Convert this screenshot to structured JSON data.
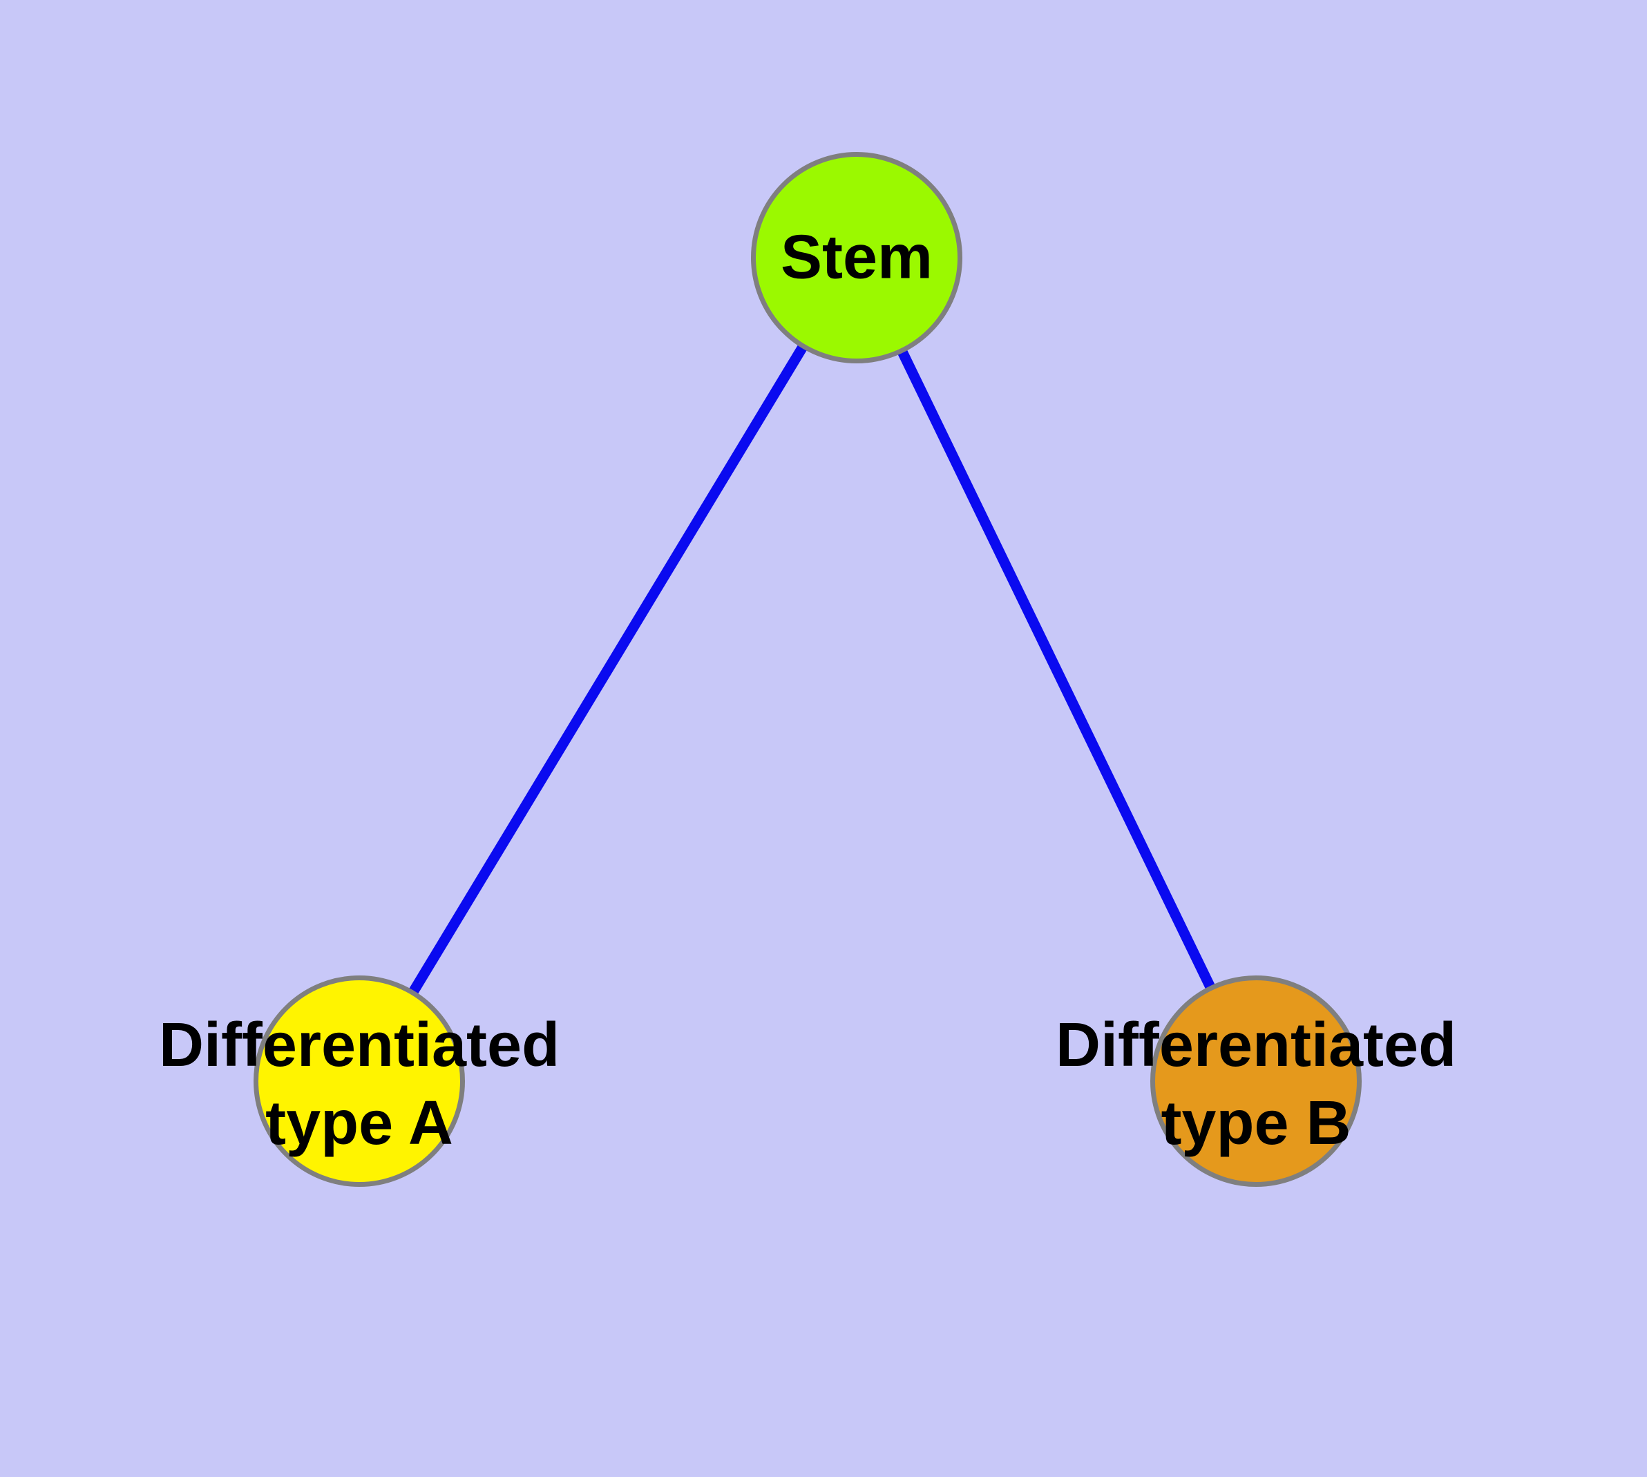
{
  "diagram": {
    "type": "tree",
    "background": "#C8C8F8",
    "edge_color": "#0A0AF0",
    "node_border_color": "#7F7F7F",
    "text_color": "#000000",
    "nodes": {
      "stem": {
        "label": "Stem",
        "fill": "#9BF900"
      },
      "type_a": {
        "label": "Differentiated type A",
        "label_line1": "Differentiated",
        "label_line2": "type A",
        "fill": "#FFF400"
      },
      "type_b": {
        "label": "Differentiated type B",
        "label_line1": "Differentiated",
        "label_line2": "type B",
        "fill": "#E5991C"
      }
    },
    "edges": [
      {
        "from": "stem",
        "to": "type_a"
      },
      {
        "from": "stem",
        "to": "type_b"
      }
    ]
  }
}
